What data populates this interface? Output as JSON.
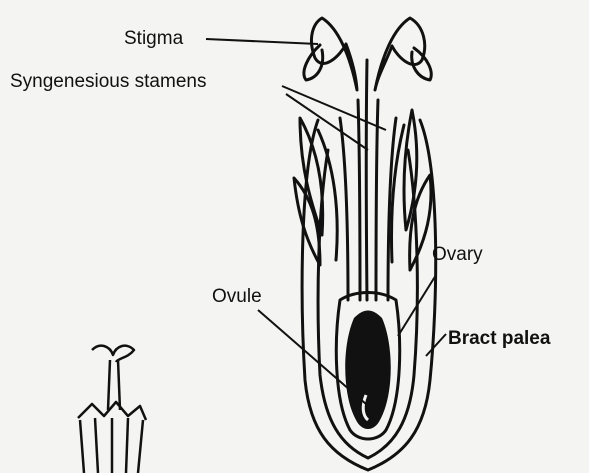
{
  "labels": {
    "stigma": "Stigma",
    "syngenesious_stamens": "Syngenesious stamens",
    "ovary": "Ovary",
    "ovule": "Ovule",
    "bract_palea": "Bract palea"
  },
  "colors": {
    "background": "#f4f4f2",
    "ink": "#111111"
  }
}
